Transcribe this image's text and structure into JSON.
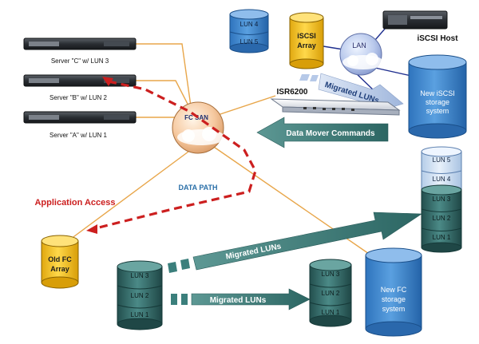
{
  "servers": {
    "c": "Server \"C\" w/ LUN 3",
    "b": "Server \"B\" w/ LUN 2",
    "a": "Server \"A\" w/ LUN 1"
  },
  "fc_san": "FC SAN",
  "lan": "LAN",
  "isr": "ISR6200",
  "iscsi_host": "iSCSI Host",
  "iscsi_array": {
    "line1": "iSCSI",
    "line2": "Array"
  },
  "iscsi_array_luns": [
    "LUN 4",
    "LUN 5"
  ],
  "migrated_luns_iscsi": "Migrated LUNs",
  "new_iscsi": {
    "line1": "New iSCSI",
    "line2": "storage",
    "line3": "system"
  },
  "data_mover": "Data Mover Commands",
  "data_path": "DATA PATH",
  "application_access": "Application Access",
  "old_fc": {
    "line1": "Old FC",
    "line2": "Array"
  },
  "old_fc_luns": [
    "LUN 3",
    "LUN 2",
    "LUN 1"
  ],
  "migrated_luns_top": "Migrated LUNs",
  "migrated_luns_bottom": "Migrated LUNs",
  "new_fc_luns": [
    "LUN 3",
    "LUN 2",
    "LUN 1"
  ],
  "new_fc": {
    "line1": "New FC",
    "line2": "storage",
    "line3": "system"
  },
  "right_stack_luns": [
    "LUN 5",
    "LUN 4",
    "LUN 3",
    "LUN 2",
    "LUN 1"
  ],
  "colors": {
    "blue_disk": "#3a86d0",
    "light_disk": "#cfe0f2",
    "teal_disk": "#2f6a68",
    "teal_arrow": "#3b7f7c",
    "yellow": "#f7c320",
    "red": "#cc1f1f",
    "fiber": "#e8a64a"
  }
}
